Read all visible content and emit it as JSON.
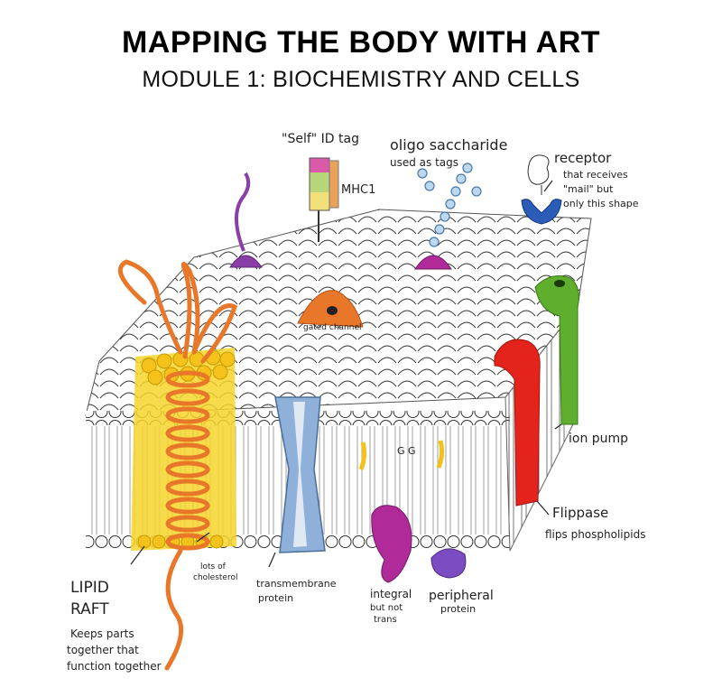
{
  "header": {
    "title": "MAPPING THE BODY WITH ART",
    "subtitle": "MODULE 1:  BIOCHEMISTRY AND CELLS"
  },
  "labels": {
    "self_id": "\"Self\" ID tag",
    "mhc": "MHC1",
    "oligo_1": "oligo saccharide",
    "oligo_2": "used as tags",
    "receptor_1": "receptor",
    "receptor_2": "that receives",
    "receptor_3": "\"mail\" but",
    "receptor_4": "only this shape",
    "gated": "gated channel",
    "ion_pump": "ion pump",
    "flippase_1": "Flippase",
    "flippase_2": "flips phospholipids",
    "lipid_1": "LIPID",
    "lipid_2": "RAFT",
    "lipid_3": "Keeps parts",
    "lipid_4": "together that",
    "lipid_5": "function together",
    "chol_1": "lots of",
    "chol_2": "cholesterol",
    "trans_1": "transmembrane",
    "trans_2": "protein",
    "integral_1": "integral",
    "integral_2": "but not",
    "integral_3": "trans",
    "peripheral_1": "peripheral",
    "peripheral_2": "protein",
    "glyco": "G G"
  },
  "colors": {
    "orange": "#e8772a",
    "yellow": "#f6d52a",
    "blue": "#8fb0d8",
    "purple": "#8a3fa8",
    "magenta": "#b02a9a",
    "red": "#e5231d",
    "green": "#5fae2e",
    "navy": "#2a5cb8"
  }
}
